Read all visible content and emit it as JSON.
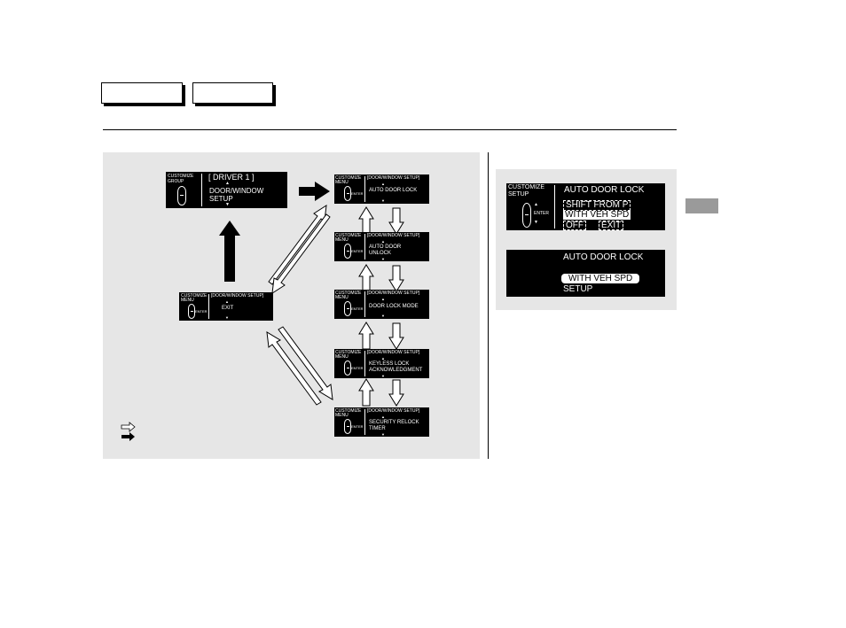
{
  "header": {
    "tabs": [
      "",
      ""
    ]
  },
  "diagram": {
    "main_screen": {
      "left_label": [
        "CUSTOMIZE",
        "GROUP"
      ],
      "line1": "[ DRIVER 1 ]",
      "line2": "DOOR/WINDOW",
      "line3": "SETUP"
    },
    "exit_screen": {
      "left_label": [
        "CUSTOMIZE",
        "MENU"
      ],
      "enter": "ENTER",
      "title": "[DOOR/WINDOW SETUP]",
      "item": "EXIT"
    },
    "menu_screens": [
      {
        "left_label": [
          "CUSTOMIZE",
          "MENU"
        ],
        "enter": "ENTER",
        "title": "[DOOR/WINDOW SETUP]",
        "item_line1": "AUTO DOOR LOCK",
        "item_line2": ""
      },
      {
        "left_label": [
          "CUSTOMIZE",
          "MENU"
        ],
        "enter": "ENTER",
        "title": "[DOOR/WINDOW SETUP]",
        "item_line1": "AUTO DOOR",
        "item_line2": "UNLOCK"
      },
      {
        "left_label": [
          "CUSTOMIZE",
          "MENU"
        ],
        "enter": "ENTER",
        "title": "[DOOR/WINDOW SETUP]",
        "item_line1": "DOOR LOCK MODE",
        "item_line2": ""
      },
      {
        "left_label": [
          "CUSTOMIZE",
          "MENU"
        ],
        "enter": "ENTER",
        "title": "[DOOR/WINDOW SETUP]",
        "item_line1": "KEYLESS LOCK",
        "item_line2": "ACKNOWLEDGMENT"
      },
      {
        "left_label": [
          "CUSTOMIZE",
          "MENU"
        ],
        "enter": "ENTER",
        "title": "[DOOR/WINDOW SETUP]",
        "item_line1": "SECURITY RELOCK",
        "item_line2": "TIMER"
      }
    ]
  },
  "right": {
    "setup_screen": {
      "left_label": [
        "CUSTOMIZE",
        "SETUP"
      ],
      "enter": "ENTER",
      "title": "AUTO DOOR LOCK",
      "option1": "SHIFT FROM P",
      "option2": "WITH VEH SPD",
      "option3": "OFF",
      "option4": "EXIT"
    },
    "result_screen": {
      "title": "AUTO DOOR LOCK",
      "selected": "WITH VEH SPD",
      "status": "SETUP"
    }
  }
}
